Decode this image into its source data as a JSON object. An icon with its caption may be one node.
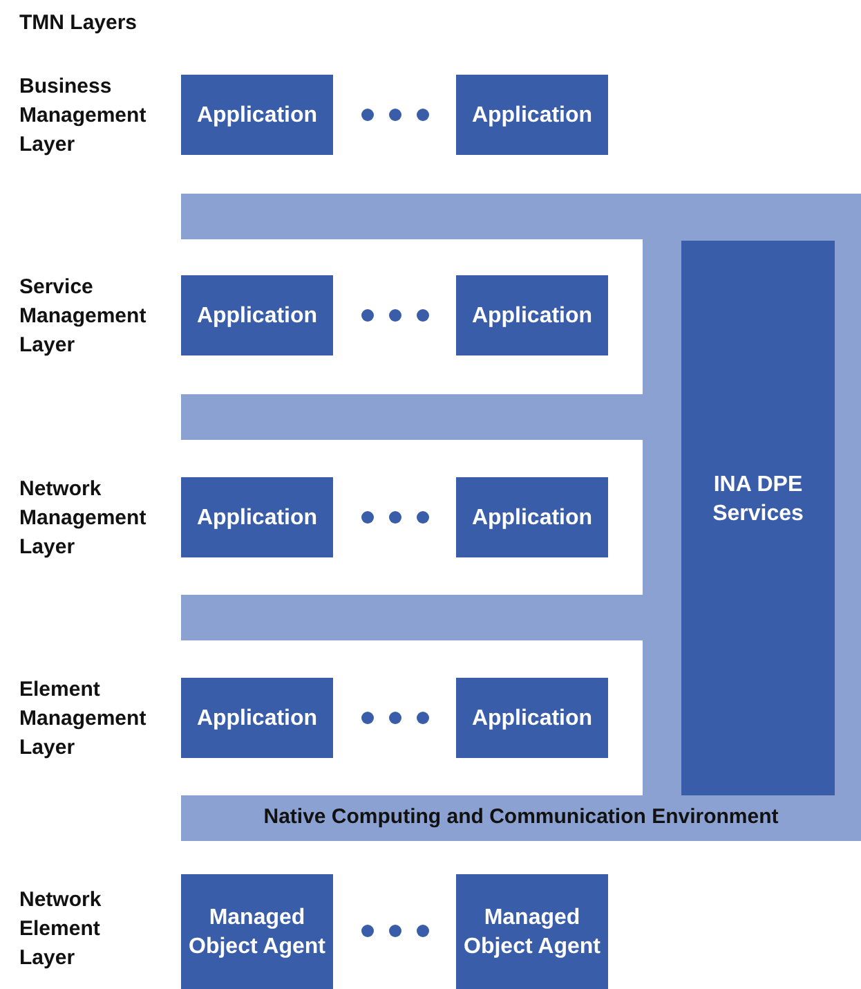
{
  "diagram": {
    "nodes": [
      {
        "text": [
          "Application"
        ]
      },
      {
        "text": [
          "Application"
        ]
      },
      {
        "text": [
          "Native Computing and Communication Environment"
        ]
      },
      {
        "text": [
          "INA DPE Services"
        ],
        "in": 2
      },
      {
        "text": [
          "Application"
        ]
      },
      {
        "text": [
          "Application"
        ]
      },
      {
        "text": [
          "Application"
        ]
      },
      {
        "text": [
          "Application"
        ]
      },
      {
        "text": [
          "Application"
        ]
      },
      {
        "text": [
          "Application"
        ]
      },
      {
        "text": [
          "Managed Object Agent"
        ]
      },
      {
        "text": [
          "Managed Object Agent"
        ]
      }
    ],
    "labels": [
      "TMN Layers",
      "Business Management Layer",
      "Service Management Layer",
      "Network Management Layer",
      "Element Management Layer",
      "Network Element Layer"
    ]
  }
}
